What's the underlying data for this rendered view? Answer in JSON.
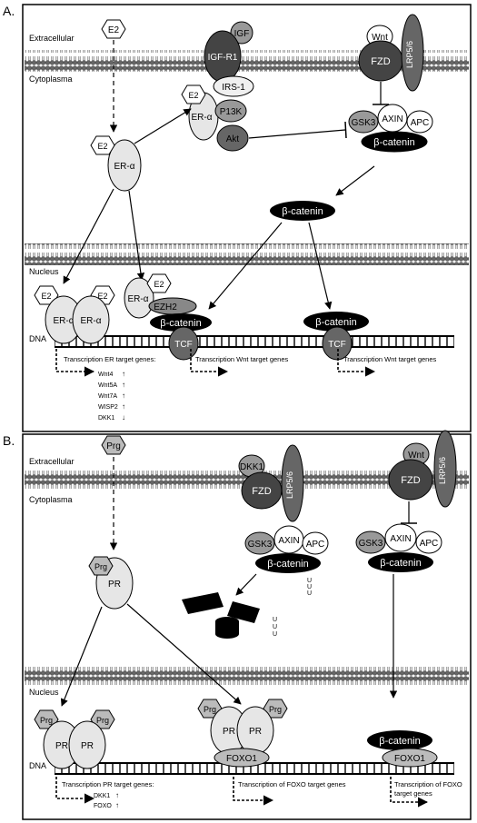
{
  "panel_a": {
    "label": "A.",
    "extracellular": "Extracellular",
    "cytoplasma": "Cytoplasma",
    "nucleus": "Nucleus",
    "dna": "DNA",
    "e2": "E2",
    "er_alpha": "ER-α",
    "igf": "IGF",
    "igf_r1": "IGF-R1",
    "irs1": "IRS-1",
    "p13k": "P13K",
    "akt": "Akt",
    "wnt": "Wnt",
    "fzd": "FZD",
    "lrp": "LRP5/6",
    "gsk3": "GSK3",
    "axin": "AXIN",
    "apc": "APC",
    "beta_catenin": "β-catenin",
    "ezh2": "EZH2",
    "tcf": "TCF",
    "transcription_er": "Transcription ER target genes:",
    "er_genes": [
      "Wnt4",
      "Wnt5A",
      "Wnt7A",
      "WISP2",
      "DKK1"
    ],
    "er_gene_arrows": [
      "↑",
      "↑",
      "↑",
      "↑",
      "↓"
    ],
    "transcription_wnt": "Transcription Wnt target genes",
    "transcription_wnt2": "Transcription Wnt target genes"
  },
  "panel_b": {
    "label": "B.",
    "extracellular": "Extracellular",
    "cytoplasma": "Cytoplasma",
    "nucleus": "Nucleus",
    "dna": "DNA",
    "prg": "Prg",
    "pr": "PR",
    "dkk1": "DKK1",
    "fzd": "FZD",
    "lrp": "LRP5/6",
    "wnt": "Wnt",
    "gsk3": "GSK3",
    "axin": "AXIN",
    "apc": "APC",
    "beta_catenin": "β-catenin",
    "ub": "U",
    "foxo1": "FOXO1",
    "transcription_pr": "Transcription PR target genes:",
    "pr_genes": [
      "DKK1",
      "FOXO"
    ],
    "pr_gene_arrows": [
      "↑",
      "↑"
    ],
    "transcription_foxo": "Transcription of FOXO target genes",
    "transcription_foxo2_line1": "Transcription of FOXO",
    "transcription_foxo2_line2": "target genes"
  }
}
